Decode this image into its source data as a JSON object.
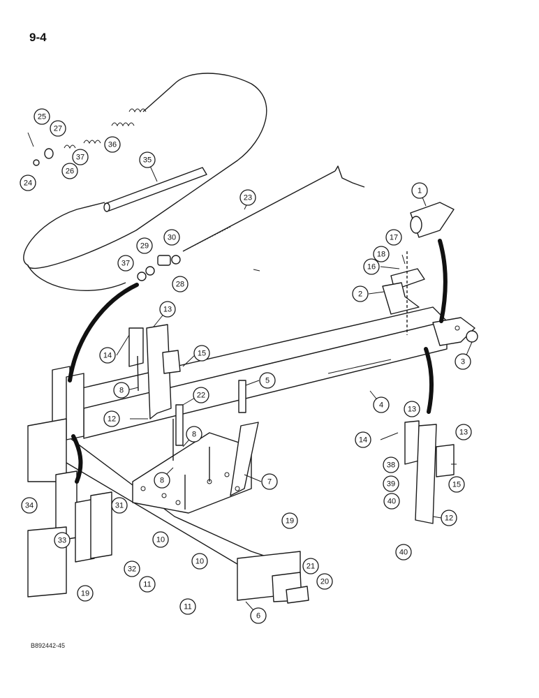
{
  "page_number": "9-4",
  "figure_code": "B892442-45",
  "callouts": [
    {
      "id": "c1",
      "label": "1"
    },
    {
      "id": "c2",
      "label": "2"
    },
    {
      "id": "c3",
      "label": "3"
    },
    {
      "id": "c4",
      "label": "4"
    },
    {
      "id": "c5",
      "label": "5"
    },
    {
      "id": "c6",
      "label": "6"
    },
    {
      "id": "c7",
      "label": "7"
    },
    {
      "id": "c8a",
      "label": "8"
    },
    {
      "id": "c8b",
      "label": "8"
    },
    {
      "id": "c8c",
      "label": "8"
    },
    {
      "id": "c10a",
      "label": "10"
    },
    {
      "id": "c10b",
      "label": "10"
    },
    {
      "id": "c11a",
      "label": "11"
    },
    {
      "id": "c11b",
      "label": "11"
    },
    {
      "id": "c12a",
      "label": "12"
    },
    {
      "id": "c12b",
      "label": "12"
    },
    {
      "id": "c13a",
      "label": "13"
    },
    {
      "id": "c13b",
      "label": "13"
    },
    {
      "id": "c13c",
      "label": "13"
    },
    {
      "id": "c14a",
      "label": "14"
    },
    {
      "id": "c14b",
      "label": "14"
    },
    {
      "id": "c15a",
      "label": "15"
    },
    {
      "id": "c15b",
      "label": "15"
    },
    {
      "id": "c16",
      "label": "16"
    },
    {
      "id": "c17",
      "label": "17"
    },
    {
      "id": "c18",
      "label": "18"
    },
    {
      "id": "c19a",
      "label": "19"
    },
    {
      "id": "c19b",
      "label": "19"
    },
    {
      "id": "c20",
      "label": "20"
    },
    {
      "id": "c21",
      "label": "21"
    },
    {
      "id": "c22",
      "label": "22"
    },
    {
      "id": "c23",
      "label": "23"
    },
    {
      "id": "c24",
      "label": "24"
    },
    {
      "id": "c25",
      "label": "25"
    },
    {
      "id": "c26",
      "label": "26"
    },
    {
      "id": "c27",
      "label": "27"
    },
    {
      "id": "c28",
      "label": "28"
    },
    {
      "id": "c29",
      "label": "29"
    },
    {
      "id": "c30",
      "label": "30"
    },
    {
      "id": "c31",
      "label": "31"
    },
    {
      "id": "c32",
      "label": "32"
    },
    {
      "id": "c33",
      "label": "33"
    },
    {
      "id": "c34",
      "label": "34"
    },
    {
      "id": "c35",
      "label": "35"
    },
    {
      "id": "c36",
      "label": "36"
    },
    {
      "id": "c37a",
      "label": "37"
    },
    {
      "id": "c37b",
      "label": "37"
    },
    {
      "id": "c38",
      "label": "38"
    },
    {
      "id": "c39",
      "label": "39"
    },
    {
      "id": "c40a",
      "label": "40"
    },
    {
      "id": "c40b",
      "label": "40"
    }
  ]
}
